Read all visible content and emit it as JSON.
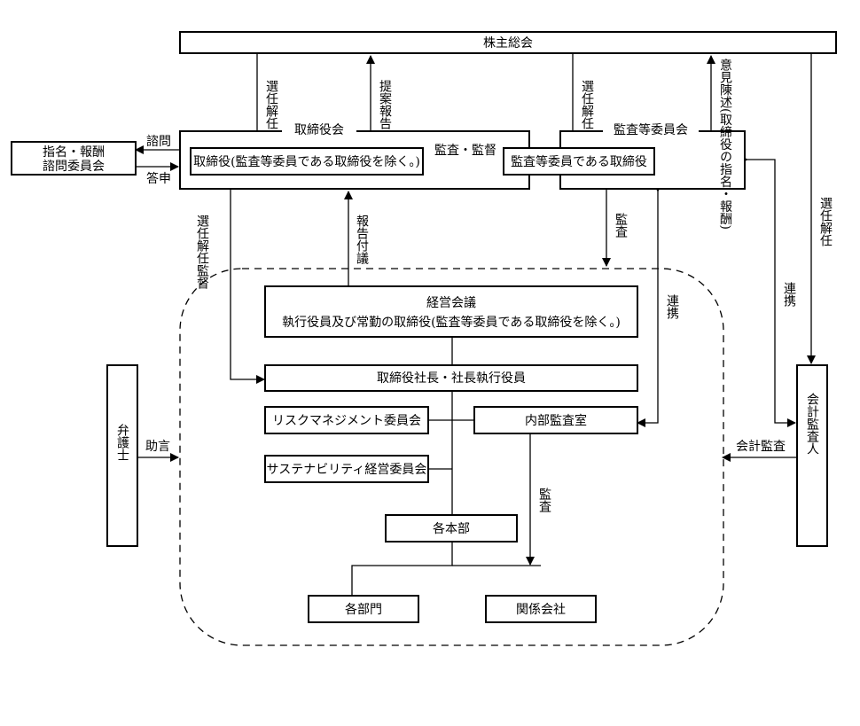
{
  "boxes": {
    "shareholders": "株主総会",
    "board_group": "取締役会",
    "audit_committee_group": "監査等委員会",
    "directors": "取締役(監査等委員である取締役を除く。)",
    "audit_directors": "監査等委員である取締役",
    "nomination_committee": [
      "指名・報酬",
      "諮問委員会"
    ],
    "management_meeting": [
      "経営会議",
      "執行役員及び常勤の取締役(監査等委員である取締役を除く。)"
    ],
    "president": "取締役社長・社長執行役員",
    "risk_committee": "リスクマネジメント委員会",
    "internal_audit": "内部監査室",
    "sustainability_committee": "サステナビリティ経営委員会",
    "headquarters": "各本部",
    "departments": "各部門",
    "affiliates": "関係会社",
    "lawyer": "弁護士",
    "accounting_auditor": "会計監査人"
  },
  "labels": {
    "sh_to_board": "選任解任",
    "board_to_sh": "提案報告",
    "sh_to_audit": "選任解任",
    "audit_to_sh": "意見陳述(取締役の指名・報酬)",
    "sh_to_auditor": "選任解任",
    "consult": "諮問",
    "report_back": "答申",
    "audit_supervise": "監査・監督",
    "board_to_mgmt": "選任解任監督",
    "mgmt_to_board": "報告付議",
    "audit_down": "監査",
    "cooperation_1": "連携",
    "cooperation_2": "連携",
    "advice": "助言",
    "accounting_audit": "会計監査",
    "internal_audit_arrow": "監査"
  }
}
